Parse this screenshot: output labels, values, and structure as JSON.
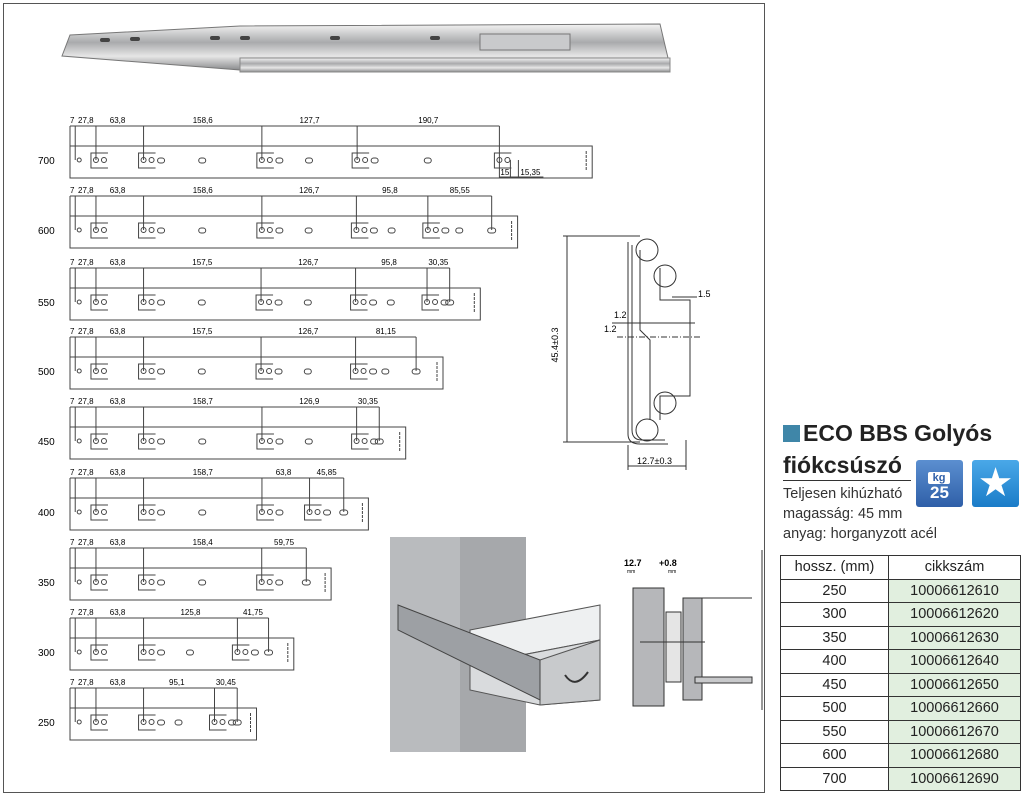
{
  "product": {
    "title_line1": "ECO BBS Golyós",
    "title_line2": "fiókcsúszó",
    "badge_unit": "kg",
    "badge_load": "25",
    "icons": [
      "weight-icon",
      "star-icon"
    ],
    "desc": [
      "Teljesen kihúzható",
      "magasság: 45 mm",
      "anyag: horganyzott acél"
    ],
    "accent": "#3f86a8"
  },
  "table": {
    "headers": [
      "hossz. (mm)",
      "cikkszám"
    ],
    "rows": [
      [
        "250",
        "10006612610"
      ],
      [
        "300",
        "10006612620"
      ],
      [
        "350",
        "10006612630"
      ],
      [
        "400",
        "10006612640"
      ],
      [
        "450",
        "10006612650"
      ],
      [
        "500",
        "10006612660"
      ],
      [
        "550",
        "10006612670"
      ],
      [
        "600",
        "10006612680"
      ],
      [
        "700",
        "10006612690"
      ]
    ]
  },
  "rails": [
    {
      "length": "700",
      "dims": [
        "7",
        "27,8",
        "63,8",
        "158,6",
        "127,7",
        "190,7"
      ],
      "mm": [
        7,
        27.8,
        63.8,
        158.6,
        127.7,
        190.7
      ],
      "extra": [
        "15",
        "15,35"
      ],
      "end_bracket": true
    },
    {
      "length": "600",
      "dims": [
        "7",
        "27,8",
        "63,8",
        "158,6",
        "126,7",
        "95,8",
        "85,55"
      ],
      "mm": [
        7,
        27.8,
        63.8,
        158.6,
        126.7,
        95.8,
        85.55
      ]
    },
    {
      "length": "550",
      "dims": [
        "7",
        "27,8",
        "63,8",
        "157,5",
        "126,7",
        "95,8",
        "30,35"
      ],
      "mm": [
        7,
        27.8,
        63.8,
        157.5,
        126.7,
        95.8,
        30.35
      ]
    },
    {
      "length": "500",
      "dims": [
        "7",
        "27,8",
        "63,8",
        "157,5",
        "126,7",
        "81,15"
      ],
      "mm": [
        7,
        27.8,
        63.8,
        157.5,
        126.7,
        81.15
      ]
    },
    {
      "length": "450",
      "dims": [
        "7",
        "27,8",
        "63,8",
        "158,7",
        "126,9",
        "30,35"
      ],
      "mm": [
        7,
        27.8,
        63.8,
        158.7,
        126.9,
        30.35
      ]
    },
    {
      "length": "400",
      "dims": [
        "7",
        "27,8",
        "63,8",
        "158,7",
        "63,8",
        "45,85"
      ],
      "mm": [
        7,
        27.8,
        63.8,
        158.7,
        63.8,
        45.85
      ]
    },
    {
      "length": "350",
      "dims": [
        "7",
        "27,8",
        "63,8",
        "158,4",
        "59,75"
      ],
      "mm": [
        7,
        27.8,
        63.8,
        158.4,
        59.75
      ]
    },
    {
      "length": "300",
      "dims": [
        "7",
        "27,8",
        "63,8",
        "125,8",
        "41,75"
      ],
      "mm": [
        7,
        27.8,
        63.8,
        125.8,
        41.75
      ]
    },
    {
      "length": "250",
      "dims": [
        "7",
        "27,8",
        "63,8",
        "95,1",
        "30,45"
      ],
      "mm": [
        7,
        27.8,
        63.8,
        95.1,
        30.45
      ]
    }
  ],
  "cross_section": {
    "height": "45.4±0.3",
    "width": "12.7±0.3",
    "t1": "1.2",
    "t2": "1.2",
    "t3": "1.5"
  },
  "mount": {
    "gap1": "12.7",
    "gap2": "+0.8",
    "unit": "mm"
  }
}
